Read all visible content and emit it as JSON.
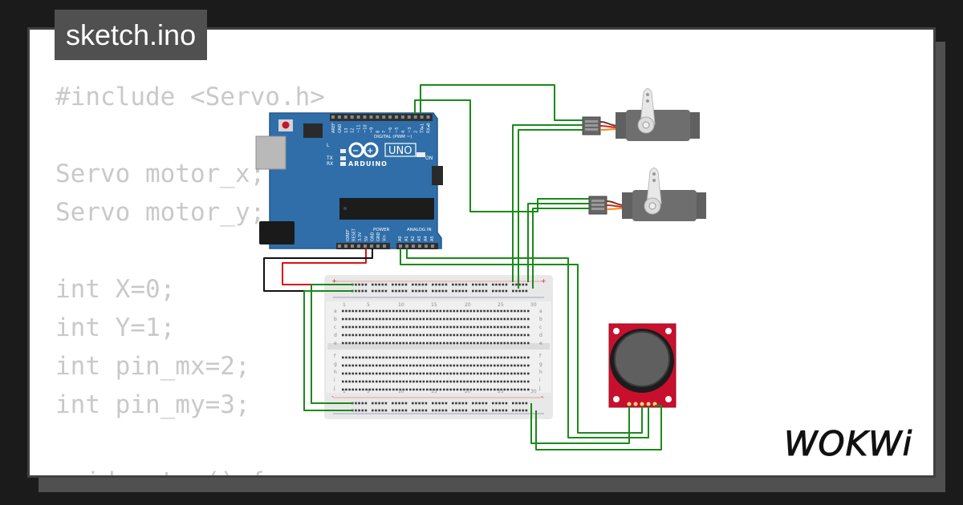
{
  "tab": {
    "filename": "sketch.ino"
  },
  "code": {
    "lines": [
      "#include <Servo.h>",
      "",
      "Servo motor_x;",
      "Servo motor_y;",
      "",
      "int X=0;",
      "int Y=1;",
      "int pin_mx=2;",
      "int pin_my=3;",
      "",
      "void setup() {"
    ]
  },
  "board": {
    "brand": "ARDUINO",
    "model": "UNO",
    "header_digital": "DIGITAL (PWM ~)",
    "header_power": "POWER",
    "header_analog": "ANALOG IN",
    "on_label": "ON",
    "tx_label": "TX",
    "rx_label": "RX",
    "l_label": "L",
    "digital_pins": [
      "AREF",
      "GND",
      "13",
      "12",
      "~11",
      "~10",
      "~9",
      "8",
      "7",
      "~6",
      "~5",
      "4",
      "~3",
      "2",
      "TX▸1",
      "RX◂0"
    ],
    "power_pins": [
      "IOREF",
      "RESET",
      "3.3V",
      "5V",
      "GND",
      "GND",
      "Vin"
    ],
    "analog_pins": [
      "A0",
      "A1",
      "A2",
      "A3",
      "A4",
      "A5"
    ]
  },
  "breadboard": {
    "col_numbers": [
      "1",
      "5",
      "10",
      "15",
      "20",
      "25",
      "30"
    ],
    "row_letters_top": [
      "a",
      "b",
      "c",
      "d",
      "e"
    ],
    "row_letters_bottom": [
      "f",
      "g",
      "h",
      "i",
      "j"
    ],
    "rail_plus": "+",
    "rail_minus": "-"
  },
  "logo": {
    "text": "WOKWi"
  },
  "colors": {
    "board": "#2f6ea9",
    "wire_signal": "#1a8a1a",
    "wire_power": "#dd1111",
    "wire_ground": "#111111",
    "joystick_pcb": "#c8102e",
    "code_text": "#c9c9c9",
    "tab_bg": "#505050"
  }
}
